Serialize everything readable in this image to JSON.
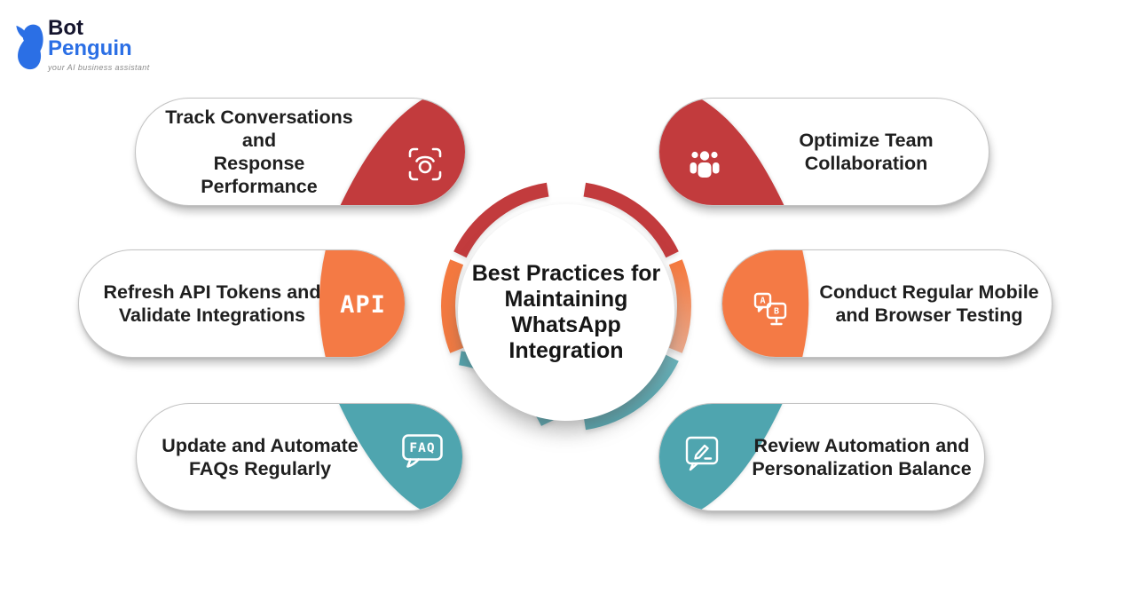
{
  "logo": {
    "name_top": "Bot",
    "name_bottom": "Penguin",
    "tagline": "your AI business assistant"
  },
  "center": {
    "title_lines": [
      "Best Practices for",
      "Maintaining",
      "WhatsApp",
      "Integration"
    ]
  },
  "items": [
    {
      "id": "track-conversations-and-response-performance",
      "line1": "Track Conversations and",
      "line2": "Response Performance",
      "icon": "scan-focus-icon",
      "accent": "#C23B3D"
    },
    {
      "id": "optimize-team-collaboration",
      "line1": "Optimize Team",
      "line2": "Collaboration",
      "icon": "team-icon",
      "accent": "#C23B3D"
    },
    {
      "id": "refresh-api-tokens-and-validate-integrations",
      "line1": "Refresh API Tokens and",
      "line2": "Validate Integrations",
      "icon": "api-label",
      "icon_text": "API",
      "accent": "#F47A45"
    },
    {
      "id": "conduct-regular-mobile-and-browser-testing",
      "line1": "Conduct Regular Mobile",
      "line2": "and Browser Testing",
      "icon": "ab-testing-icon",
      "icon_text_a": "A",
      "icon_text_b": "B",
      "accent": "#F47A45"
    },
    {
      "id": "update-and-automate-faqs-regularly",
      "line1": "Update and Automate",
      "line2": "FAQs Regularly",
      "icon": "faq-bubble-icon",
      "icon_text": "FAQ",
      "accent": "#4FA5AF"
    },
    {
      "id": "review-automation-and-personalization-balance",
      "line1": "Review Automation and",
      "line2": "Personalization Balance",
      "icon": "review-edit-icon",
      "accent": "#4FA5AF"
    }
  ],
  "colors": {
    "red": "#C23B3D",
    "orange": "#F47A45",
    "orange_light": "#ECA98B",
    "teal": "#4FA5AF",
    "teal_light": "#68B3BB",
    "logo_blue": "#2B6FE5",
    "text_dark": "#1F1F1F"
  }
}
